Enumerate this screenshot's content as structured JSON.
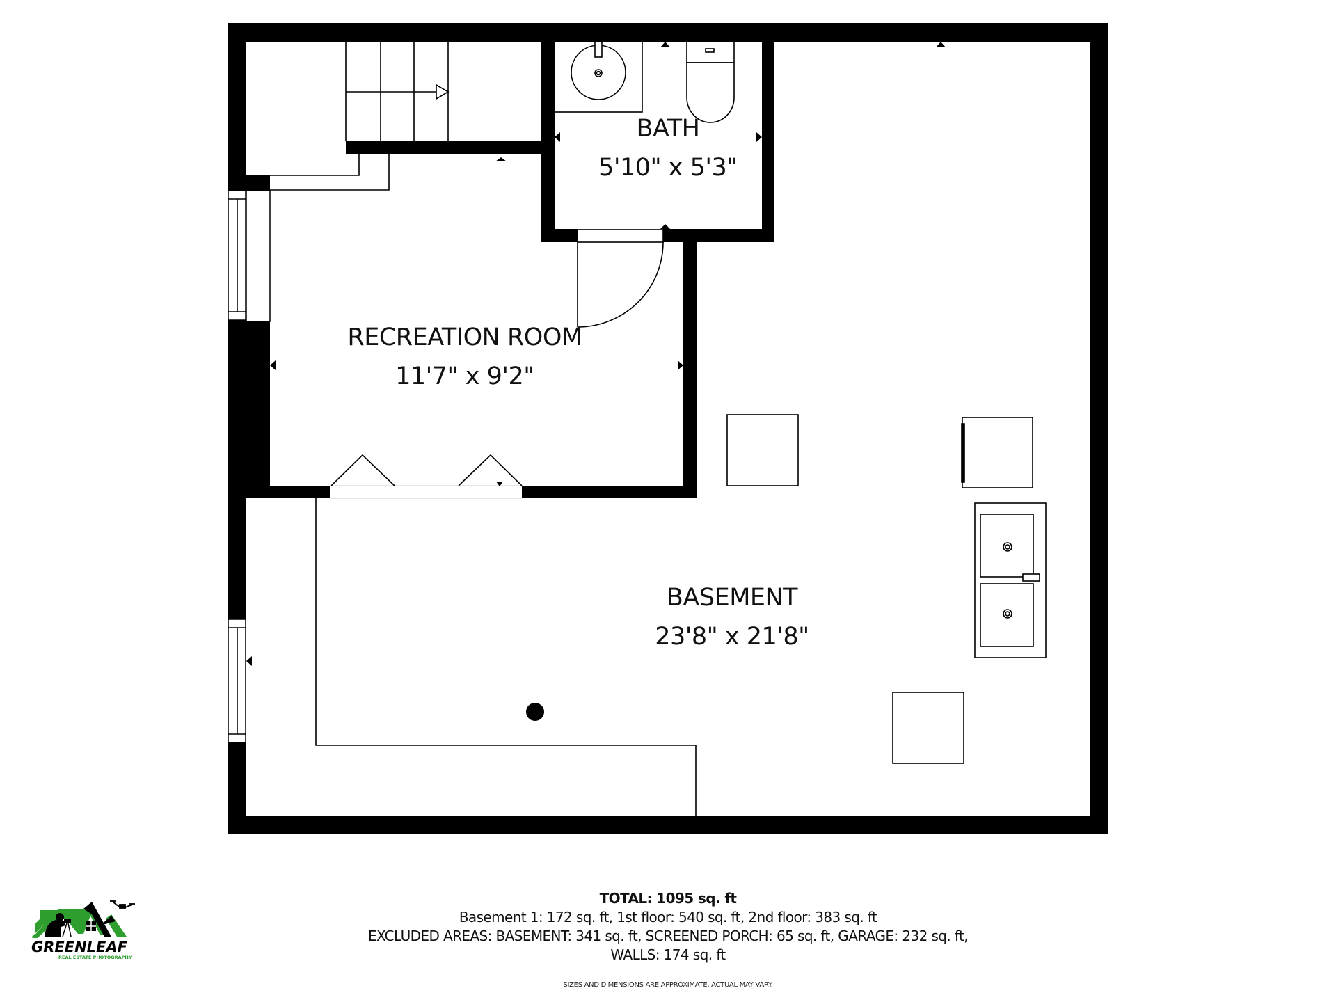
{
  "rooms": [
    {
      "name": "BATH",
      "dimensions": "5'10\" x 5'3\""
    },
    {
      "name": "RECREATION ROOM",
      "dimensions": "11'7\" x 9'2\""
    },
    {
      "name": "BASEMENT",
      "dimensions": "23'8\" x 21'8\""
    }
  ],
  "summary": {
    "total": "TOTAL: 1095 sq. ft",
    "floors": "Basement 1: 172 sq. ft, 1st floor: 540 sq. ft, 2nd floor: 383 sq. ft",
    "excluded_line1": "EXCLUDED AREAS: BASEMENT: 341 sq. ft, SCREENED PORCH: 65 sq. ft, GARAGE: 232 sq. ft,",
    "excluded_line2": "WALLS: 174 sq. ft"
  },
  "disclaimer": "SIZES AND DIMENSIONS ARE APPROXIMATE, ACTUAL MAY VARY.",
  "logo": {
    "name": "GREENLEAF",
    "subtitle": "REAL ESTATE PHOTOGRAPHY",
    "brand_green": "#2e9e2e"
  },
  "colors": {
    "wall": "#000000",
    "background": "#ffffff"
  }
}
